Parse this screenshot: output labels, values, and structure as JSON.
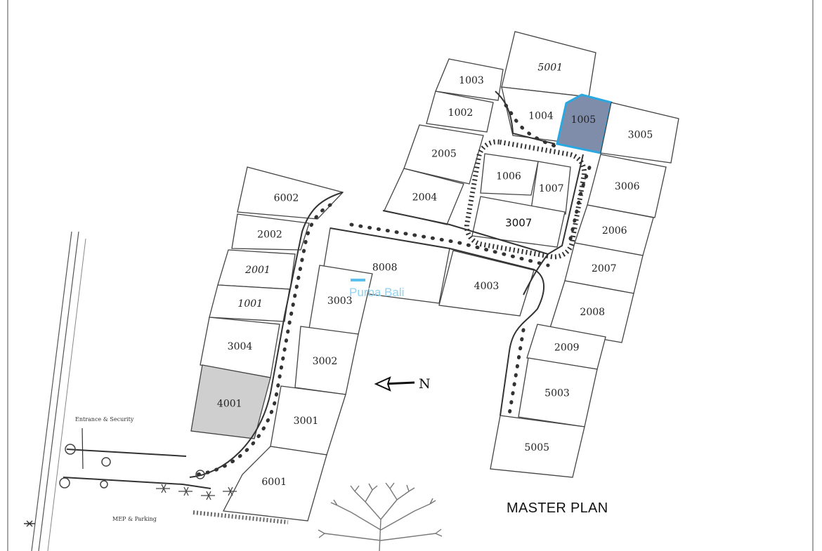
{
  "lots": [
    {
      "id": "5001",
      "style": "normal"
    },
    {
      "id": "1003",
      "style": "normal"
    },
    {
      "id": "1004",
      "style": "normal"
    },
    {
      "id": "1005",
      "style": "selected"
    },
    {
      "id": "3005",
      "style": "normal"
    },
    {
      "id": "1002",
      "style": "normal"
    },
    {
      "id": "2005",
      "style": "normal"
    },
    {
      "id": "1006",
      "style": "normal"
    },
    {
      "id": "1007",
      "style": "normal"
    },
    {
      "id": "3006",
      "style": "normal"
    },
    {
      "id": "2004",
      "style": "normal"
    },
    {
      "id": "3007",
      "style": "normal"
    },
    {
      "id": "2006",
      "style": "normal"
    },
    {
      "id": "6002",
      "style": "normal"
    },
    {
      "id": "2002",
      "style": "normal"
    },
    {
      "id": "8008",
      "style": "normal"
    },
    {
      "id": "2007",
      "style": "normal"
    },
    {
      "id": "2001",
      "style": "normal"
    },
    {
      "id": "4003",
      "style": "normal"
    },
    {
      "id": "3003",
      "style": "normal"
    },
    {
      "id": "2008",
      "style": "normal"
    },
    {
      "id": "1001",
      "style": "normal"
    },
    {
      "id": "2009",
      "style": "normal"
    },
    {
      "id": "3004",
      "style": "normal"
    },
    {
      "id": "3002",
      "style": "normal"
    },
    {
      "id": "5003",
      "style": "normal"
    },
    {
      "id": "4001",
      "style": "unavailable"
    },
    {
      "id": "3001",
      "style": "normal"
    },
    {
      "id": "5005",
      "style": "normal"
    },
    {
      "id": "6001",
      "style": "normal"
    }
  ],
  "labels": {
    "entrance": "Entrance & Security",
    "mep_parking": "MEP & Parking",
    "north": "N",
    "title": "MASTER PLAN",
    "watermark": "Purba Bali"
  },
  "colors": {
    "selected_fill": "#7f8dab",
    "selected_outline": "#2aa7e0",
    "unavailable_fill": "#cfcfcf",
    "watermark": "#8ed3f2"
  }
}
